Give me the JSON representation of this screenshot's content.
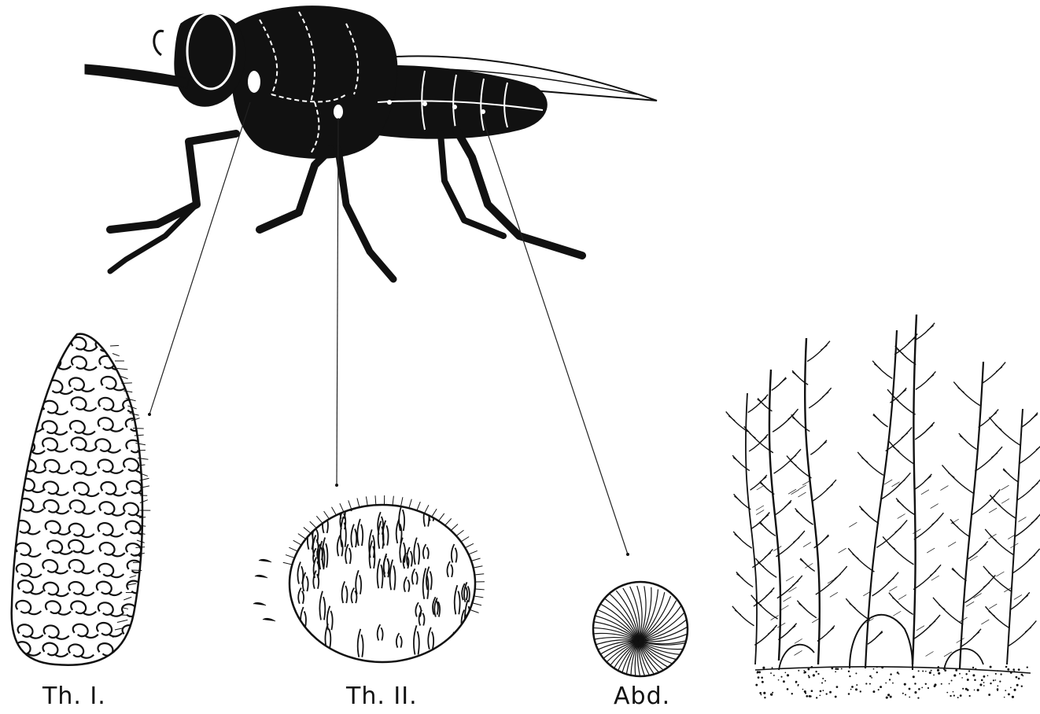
{
  "figure": {
    "labels": {
      "thoracic_1": "Th. I.",
      "thoracic_2": "Th. II.",
      "abdominal": "Abd."
    },
    "colors": {
      "ink": "#111111",
      "paper": "#ffffff"
    }
  }
}
